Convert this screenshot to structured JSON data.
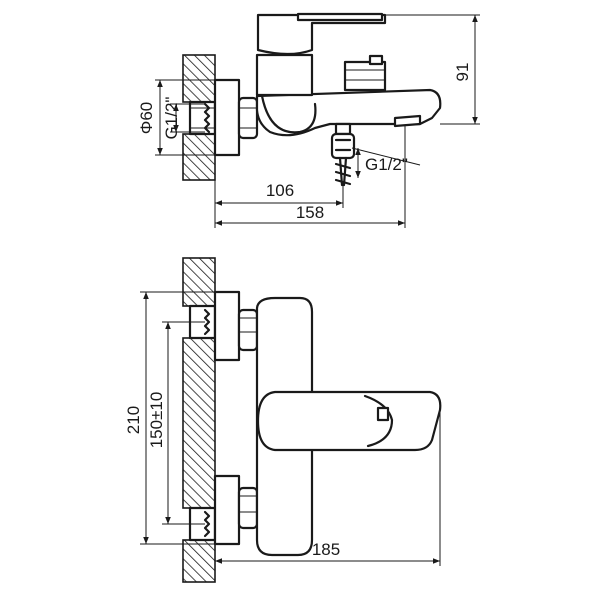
{
  "top_view": {
    "dims": {
      "height_right": "91",
      "outer_dia": "Φ60",
      "thread_wall": "G1/2\"",
      "thread_outlet": "G1/2\"",
      "depth_outlet": "106",
      "depth_total": "158"
    }
  },
  "front_view": {
    "dims": {
      "height_total": "210",
      "centers": "150±10",
      "width_total": "185"
    }
  }
}
